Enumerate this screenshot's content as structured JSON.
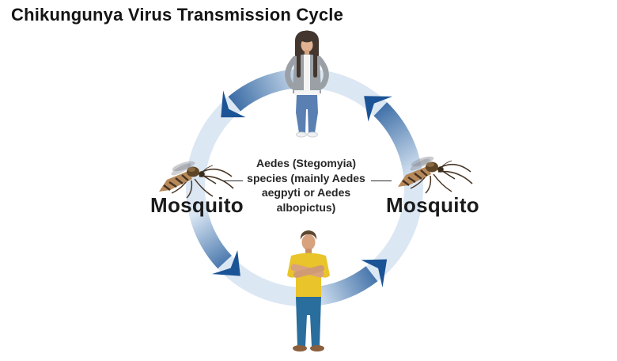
{
  "title": "Chikungunya Virus Transmission Cycle",
  "diagram": {
    "type": "cycle",
    "direction": "counterclockwise",
    "center_note_lines": [
      "Aedes (Stegomyia)",
      "species (mainly Aedes",
      "aegpyti or Aedes",
      "albopictus)"
    ],
    "nodes": [
      {
        "id": "human-top",
        "type": "human-female",
        "label": ""
      },
      {
        "id": "mosquito-left",
        "type": "mosquito",
        "label": "Mosquito"
      },
      {
        "id": "human-bottom",
        "type": "human-male",
        "label": ""
      },
      {
        "id": "mosquito-right",
        "type": "mosquito",
        "label": "Mosquito"
      }
    ],
    "labels": {
      "mosquito_left": "Mosquito",
      "mosquito_right": "Mosquito"
    }
  },
  "colors": {
    "background": "#ffffff",
    "title_text": "#141414",
    "label_text": "#1b1b1b",
    "note_text": "#262626",
    "ring": "#dbe7f3",
    "arrow_light": "#d9e6f3",
    "arrow_dark": "#1b5496"
  }
}
